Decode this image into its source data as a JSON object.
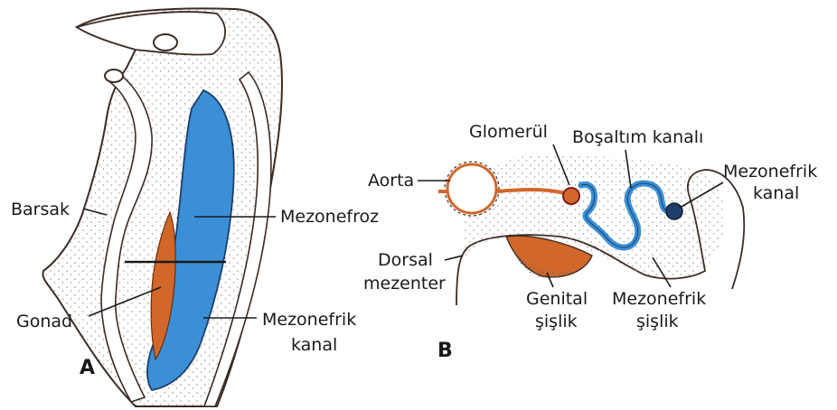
{
  "panel_a": {
    "letter": "A",
    "labels": {
      "barsak": "Barsak",
      "mezonefroz": "Mezonefroz",
      "gonad": "Gonad",
      "mezonefrik_kanal_1": "Mezonefrik",
      "mezonefrik_kanal_2": "kanal"
    }
  },
  "panel_b": {
    "letter": "B",
    "labels": {
      "glomerul": "Glomerül",
      "bosaltim_kanali": "Boşaltım kanalı",
      "aorta": "Aorta",
      "mezonefrik_kanal_1": "Mezonefrik",
      "mezonefrik_kanal_2": "kanal",
      "dorsal_1": "Dorsal",
      "dorsal_2": "mezenter",
      "genital_1": "Genital",
      "genital_2": "şişlik",
      "mezonefrik_sislik_1": "Mezonefrik",
      "mezonefrik_sislik_2": "şişlik"
    }
  },
  "colors": {
    "mesonephros_blue": "#3a8fd6",
    "gonad_orange": "#d2672a",
    "outline_brown": "#3b2b23",
    "stipple": "#9a8f88"
  }
}
